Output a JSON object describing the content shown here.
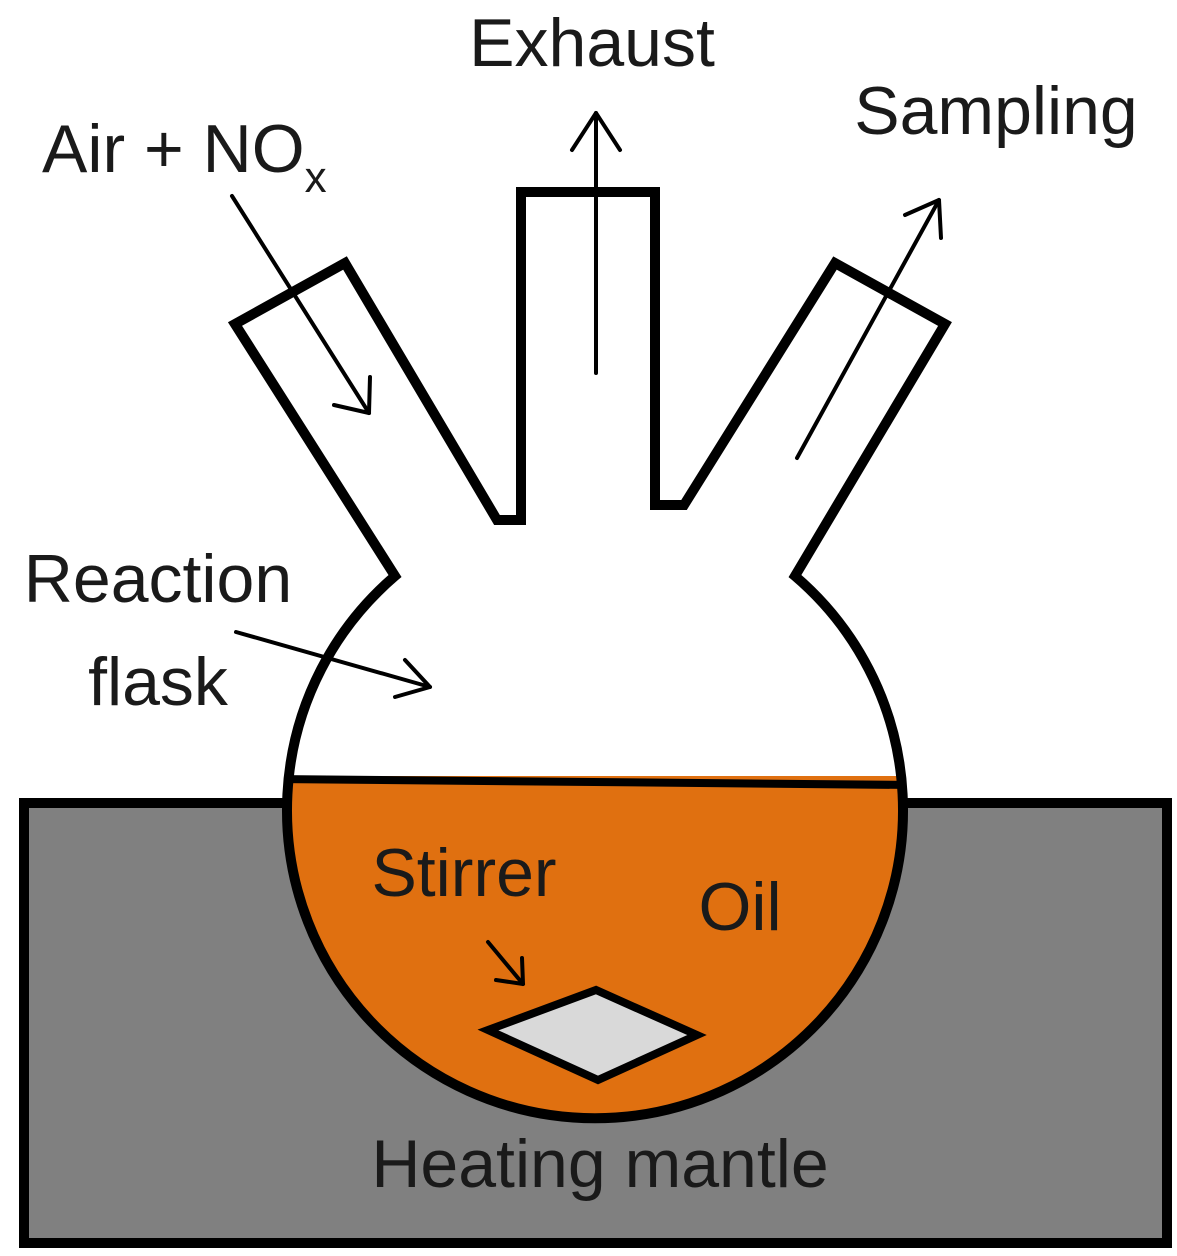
{
  "labels": {
    "exhaust": "Exhaust",
    "sampling": "Sampling",
    "air_main": "Air + NO",
    "air_subscript": "x",
    "reaction_line1": "Reaction",
    "reaction_line2": "flask",
    "stirrer": "Stirrer",
    "oil": "Oil",
    "heating_mantle": "Heating mantle"
  },
  "colors": {
    "mantle_fill": "#808080",
    "oil_fill": "#e07010",
    "stirrer_fill": "#d9d9d9",
    "outline": "#000000",
    "flask_fill": "#ffffff"
  }
}
